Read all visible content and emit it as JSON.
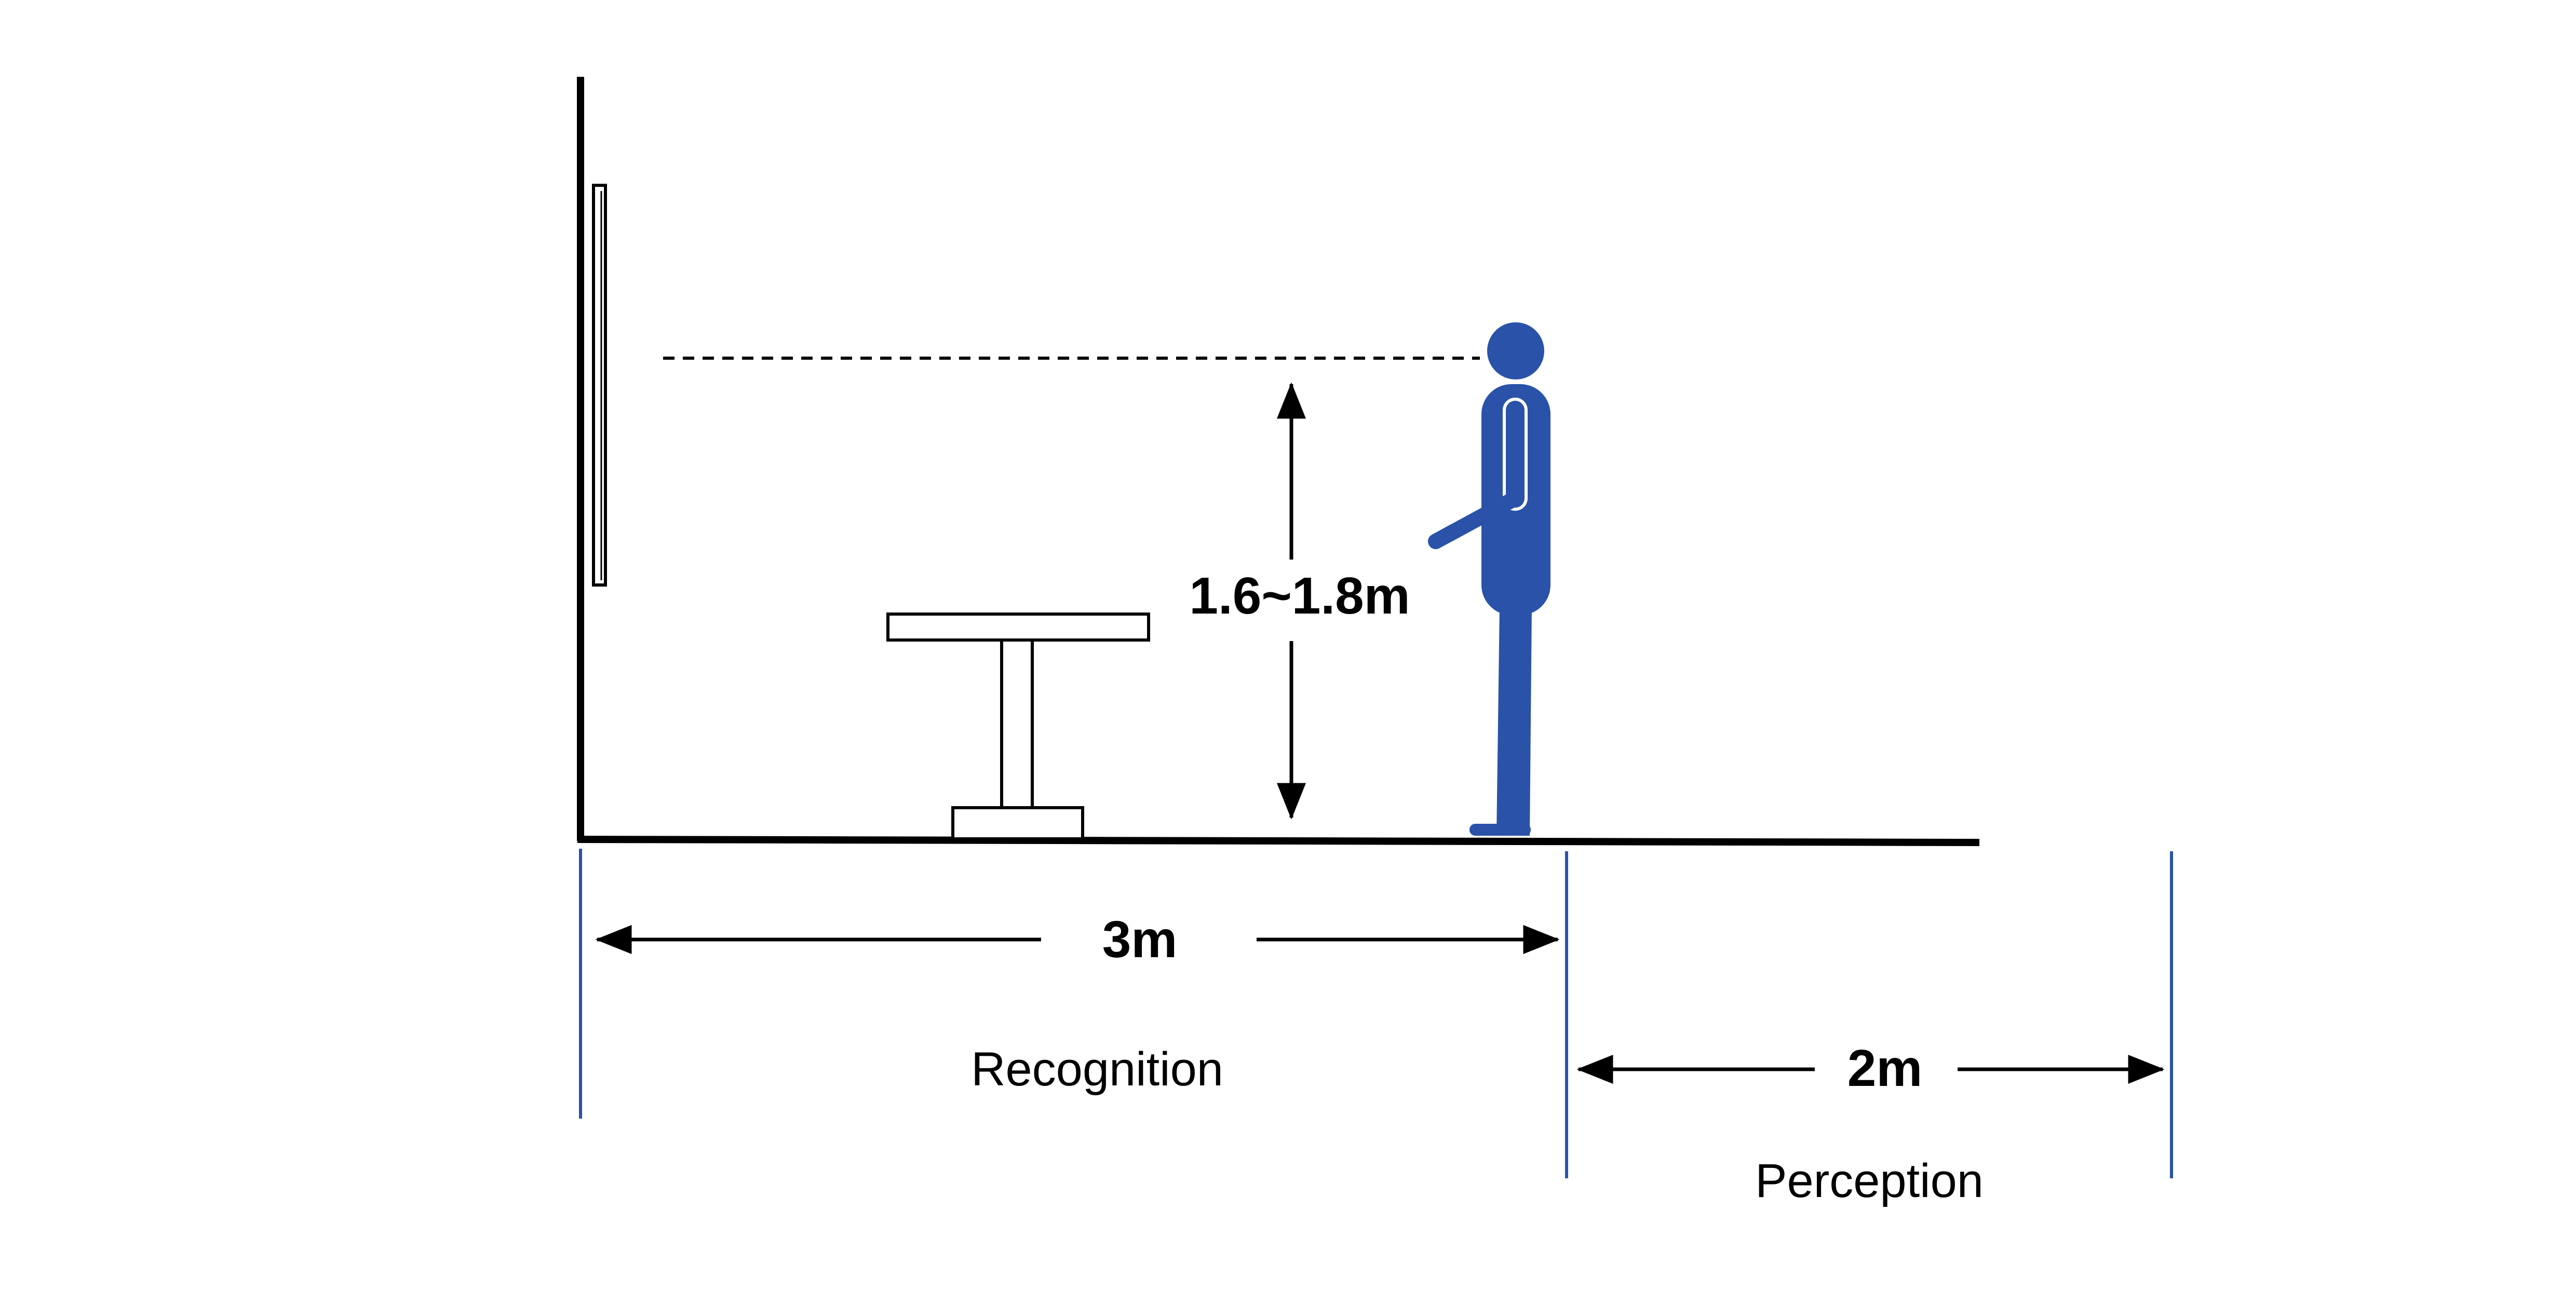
{
  "labels": {
    "height": "1.6~1.8m",
    "recognition_distance": "3m",
    "recognition": "Recognition",
    "perception_distance": "2m",
    "perception": "Perception"
  },
  "colors": {
    "figure": "#2a52a8",
    "zone_marker": "#2a52a8",
    "lines": "#000000"
  }
}
